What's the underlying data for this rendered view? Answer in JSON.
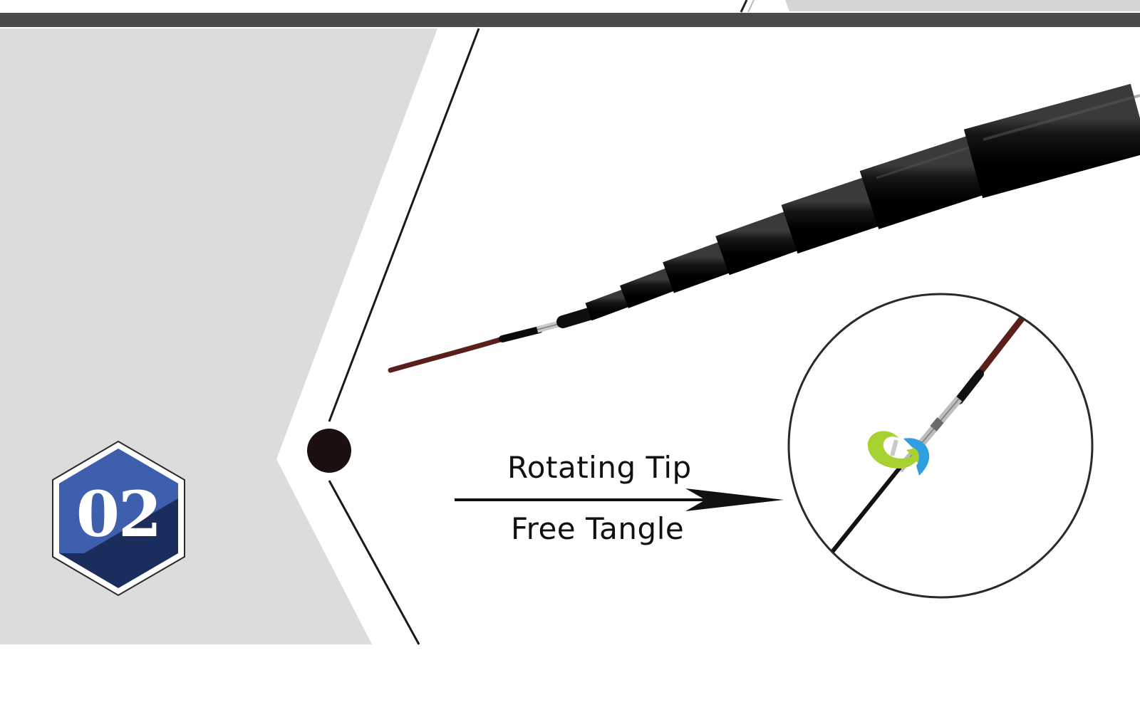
{
  "badge": {
    "number": "02"
  },
  "feature": {
    "label_top": "Rotating Tip",
    "label_bottom": "Free Tangle"
  },
  "colors": {
    "top_bar": "#4a4a4a",
    "panel_gray": "#dcdcdc",
    "badge_blue": "#3a5ba8",
    "badge_navy": "#1b2d5c",
    "rod_black": "#111111",
    "rod_tip_brown": "#5a1f1a",
    "swivel_green": "#a7d232",
    "swivel_blue": "#2f9fe0"
  },
  "icons": {
    "badge": "hexagon-badge",
    "marker": "dot-marker",
    "pointer": "arrow-pointer",
    "zoom": "magnified-circle-detail",
    "rotation": "rotation-arrows-icon"
  }
}
